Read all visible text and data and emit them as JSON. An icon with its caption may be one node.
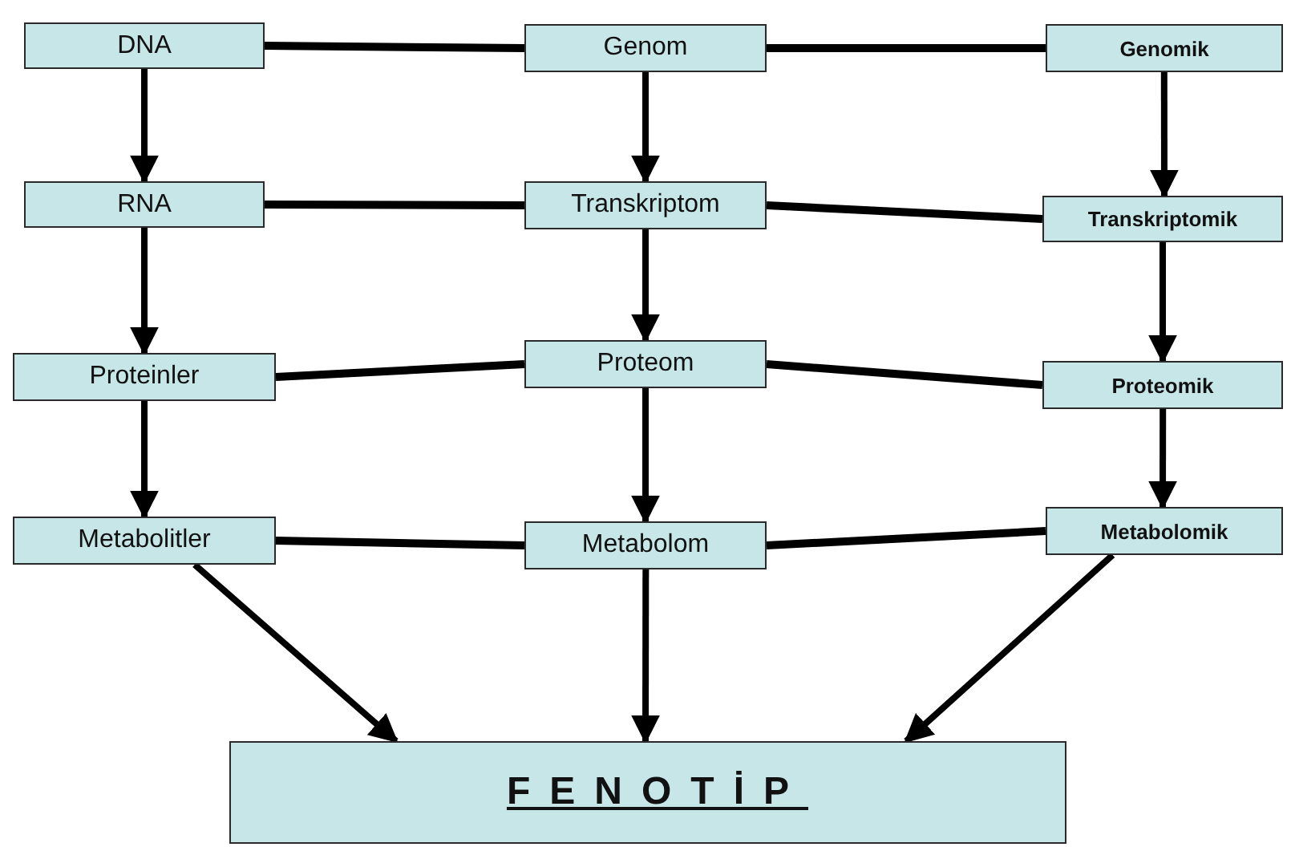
{
  "diagram": {
    "nodes": [
      {
        "text": [
          "DNA"
        ]
      },
      {
        "text": [
          "Genom"
        ]
      },
      {
        "text": [
          "Genomik"
        ]
      },
      {
        "text": [
          "RNA"
        ]
      },
      {
        "text": [
          "Transkriptom"
        ]
      },
      {
        "text": [
          "Transkriptomik"
        ]
      },
      {
        "text": [
          "Proteinler"
        ]
      },
      {
        "text": [
          "Proteom"
        ]
      },
      {
        "text": [
          "Proteomik"
        ]
      },
      {
        "text": [
          "Metabolitler"
        ]
      },
      {
        "text": [
          "Metabolom"
        ]
      },
      {
        "text": [
          "Metabolomik"
        ]
      },
      {
        "text": [
          "FENOTİP"
        ]
      }
    ],
    "edges": [
      {
        "from": 0,
        "to": 1,
        "arrow": "none"
      },
      {
        "from": 1,
        "to": 2,
        "arrow": "none"
      },
      {
        "from": 3,
        "to": 4,
        "arrow": "none"
      },
      {
        "from": 4,
        "to": 5,
        "arrow": "none"
      },
      {
        "from": 6,
        "to": 7,
        "arrow": "none"
      },
      {
        "from": 7,
        "to": 8,
        "arrow": "none"
      },
      {
        "from": 9,
        "to": 10,
        "arrow": "none"
      },
      {
        "from": 10,
        "to": 11,
        "arrow": "none"
      },
      {
        "from": 0,
        "to": 3,
        "arrow": "to"
      },
      {
        "from": 1,
        "to": 4,
        "arrow": "to"
      },
      {
        "from": 2,
        "to": 5,
        "arrow": "to"
      },
      {
        "from": 3,
        "to": 6,
        "arrow": "to"
      },
      {
        "from": 4,
        "to": 7,
        "arrow": "to"
      },
      {
        "from": 5,
        "to": 8,
        "arrow": "to"
      },
      {
        "from": 6,
        "to": 9,
        "arrow": "to"
      },
      {
        "from": 7,
        "to": 10,
        "arrow": "to"
      },
      {
        "from": 8,
        "to": 11,
        "arrow": "to"
      },
      {
        "from": 9,
        "to": 12,
        "arrow": "to"
      },
      {
        "from": 10,
        "to": 12,
        "arrow": "to"
      },
      {
        "from": 11,
        "to": 12,
        "arrow": "to"
      }
    ]
  }
}
